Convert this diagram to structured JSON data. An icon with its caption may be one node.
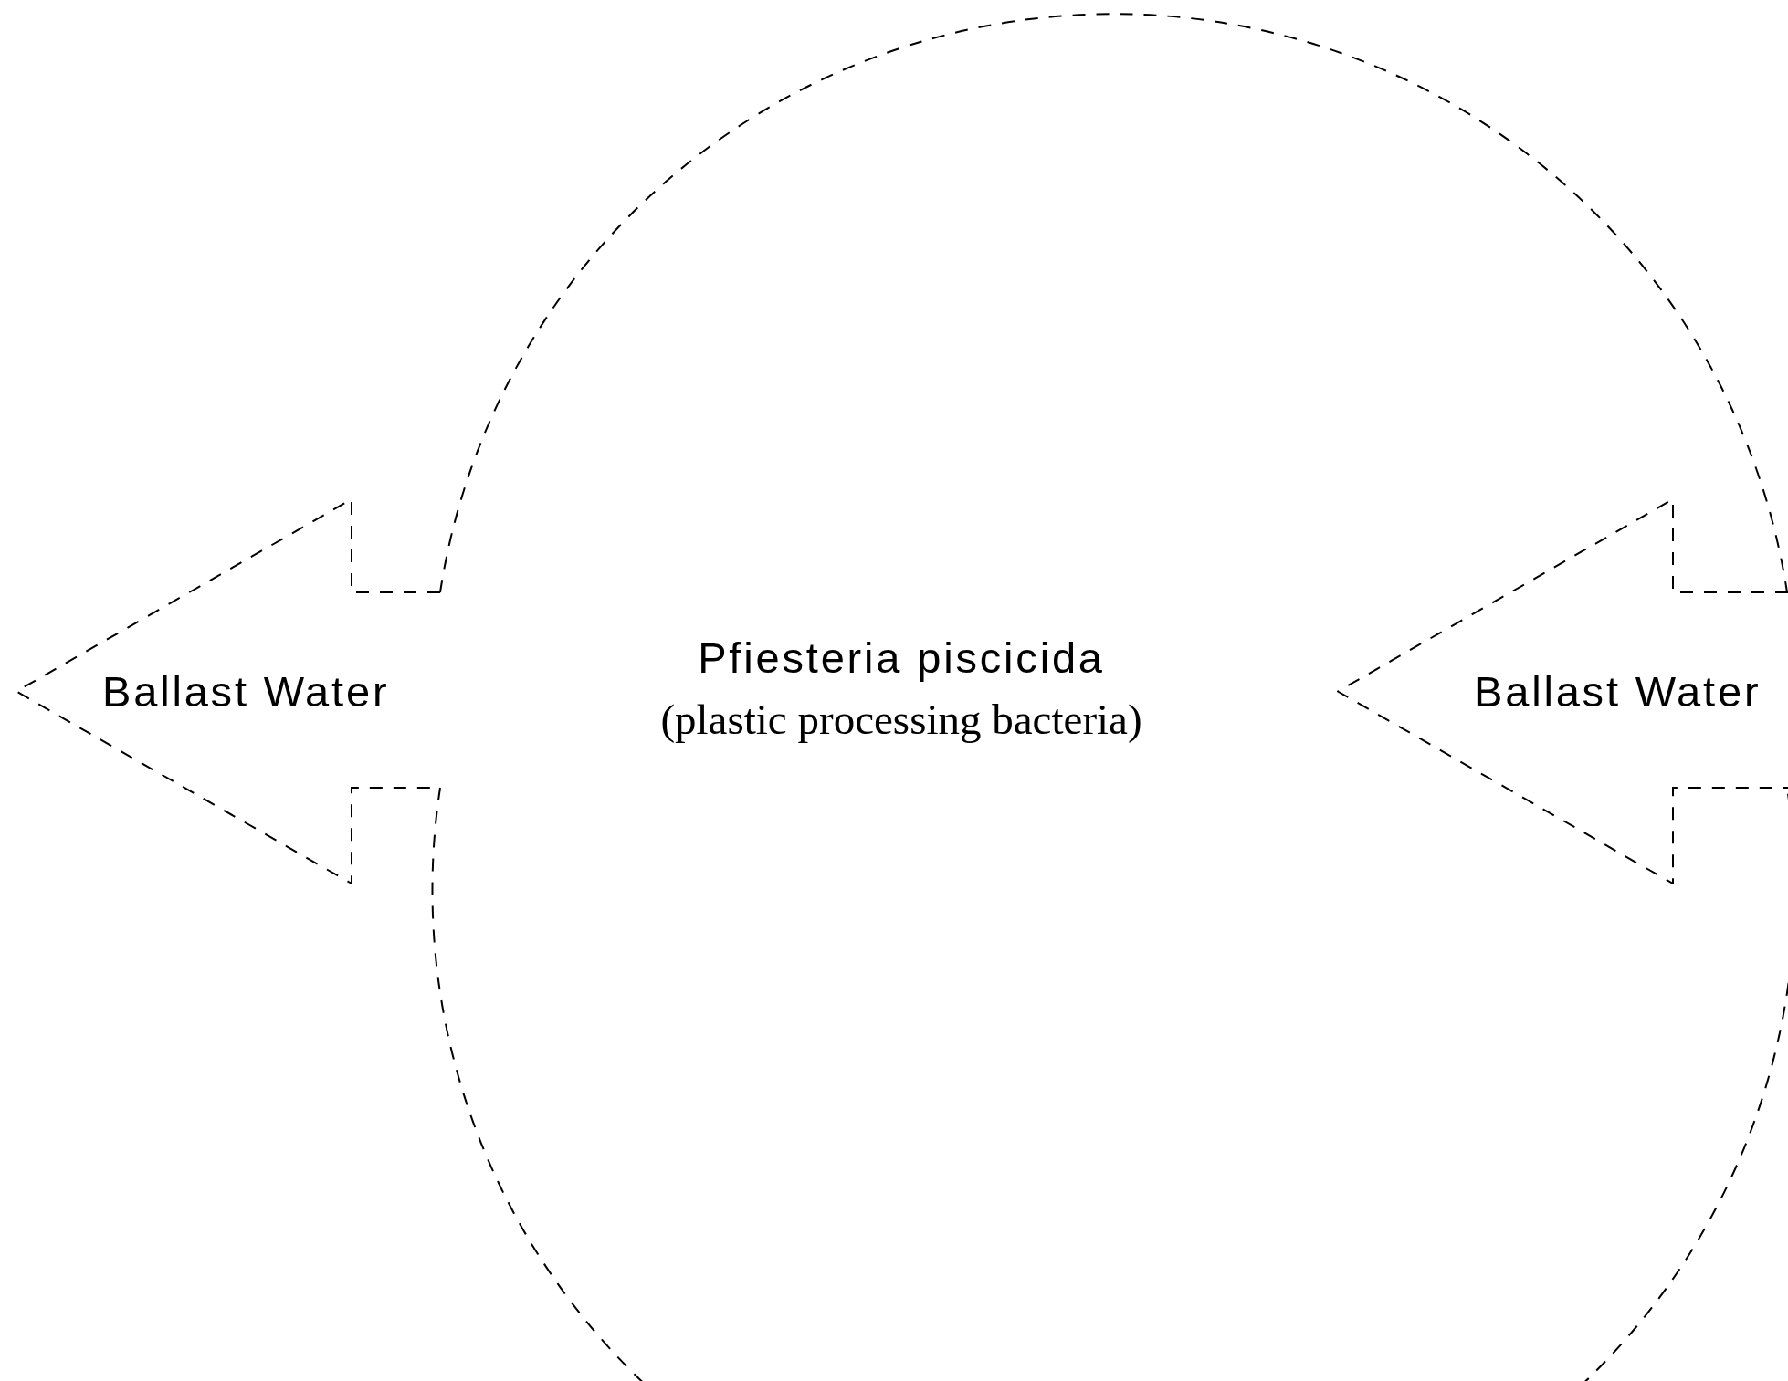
{
  "diagram": {
    "nodes": [
      {
        "text": [
          "Ballast Water"
        ]
      },
      {
        "text": [
          "Ballast Water"
        ]
      }
    ],
    "edges": [
      {
        "from": 0,
        "to": 1,
        "arrow": "none",
        "style": "dashed"
      },
      {
        "from": 0,
        "to": 1,
        "arrow": "none",
        "style": "dashed"
      }
    ],
    "labels": [
      "Pfiesteria piscicida",
      "(plastic processing bacteria)"
    ]
  }
}
